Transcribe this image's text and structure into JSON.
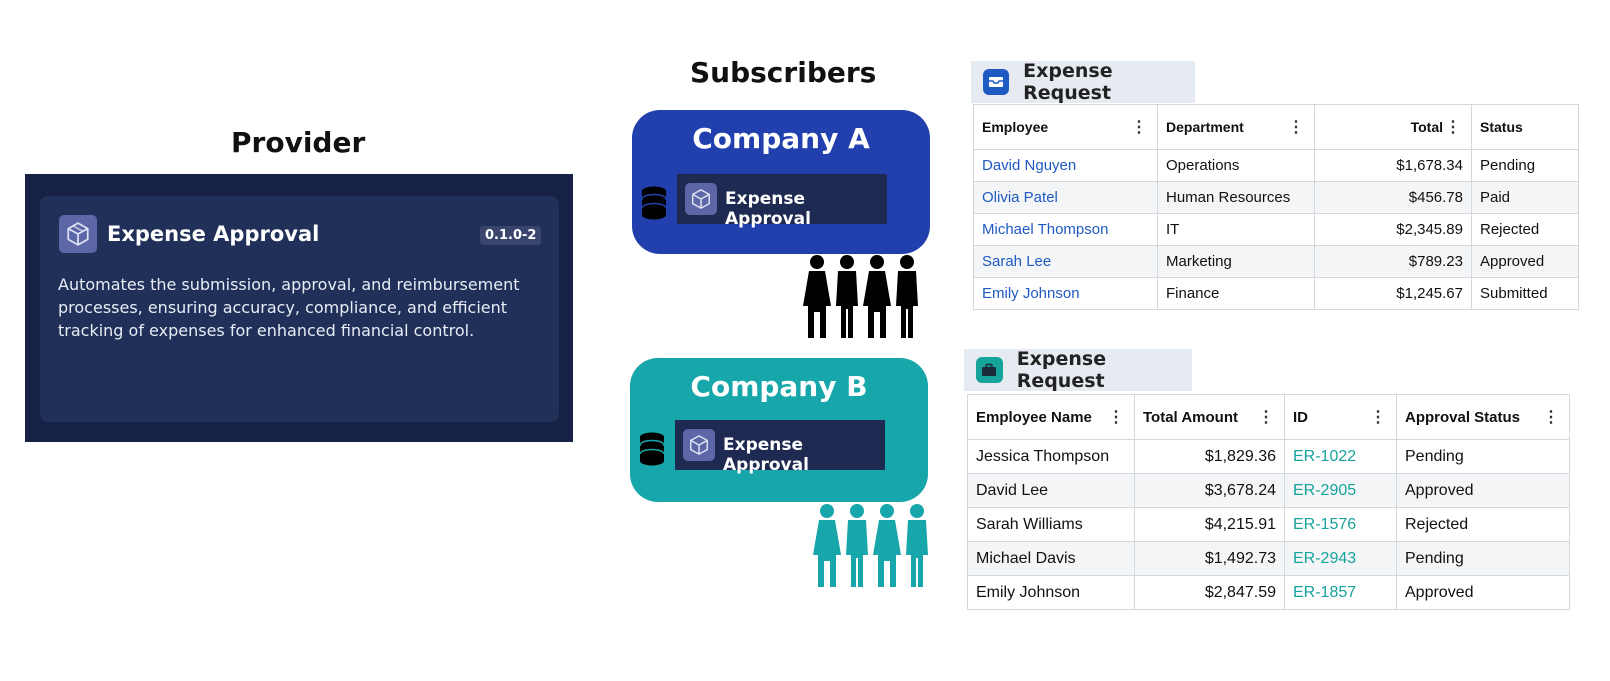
{
  "provider": {
    "heading": "Provider",
    "app_name": "Expense Approval",
    "version": "0.1.0-2",
    "description": "Automates the submission, approval, and reimbursement processes, ensuring accuracy, compliance, and efficient tracking of expenses for enhanced financial control.",
    "icon": "cube-icon"
  },
  "subscribers": {
    "heading": "Subscribers",
    "companies": [
      {
        "name": "Company A",
        "app_name": "Expense Approval",
        "color": "#2140ad",
        "people_color": "#000000"
      },
      {
        "name": "Company B",
        "app_name": "Expense Approval",
        "color": "#17a6aa",
        "people_color": "#17a6aa"
      }
    ]
  },
  "table_a": {
    "title": "Expense Request",
    "icon_color": "#1f5ac2",
    "columns": [
      "Employee",
      "Department",
      "Total",
      "Status"
    ],
    "rows": [
      [
        "David Nguyen",
        "Operations",
        "$1,678.34",
        "Pending"
      ],
      [
        "Olivia Patel",
        "Human Resources",
        "$456.78",
        "Paid"
      ],
      [
        "Michael Thompson",
        "IT",
        "$2,345.89",
        "Rejected"
      ],
      [
        "Sarah Lee",
        "Marketing",
        "$789.23",
        "Approved"
      ],
      [
        "Emily Johnson",
        "Finance",
        "$1,245.67",
        "Submitted"
      ]
    ]
  },
  "table_b": {
    "title": "Expense Request",
    "icon_color": "#16a39a",
    "columns": [
      "Employee Name",
      "Total Amount",
      "ID",
      "Approval Status"
    ],
    "rows": [
      [
        "Jessica Thompson",
        "$1,829.36",
        "ER-1022",
        "Pending"
      ],
      [
        "David Lee",
        "$3,678.24",
        "ER-2905",
        "Approved"
      ],
      [
        "Sarah Williams",
        "$4,215.91",
        "ER-1576",
        "Rejected"
      ],
      [
        "Michael Davis",
        "$1,492.73",
        "ER-2943",
        "Pending"
      ],
      [
        "Emily Johnson",
        "$2,847.59",
        "ER-1857",
        "Approved"
      ]
    ]
  }
}
